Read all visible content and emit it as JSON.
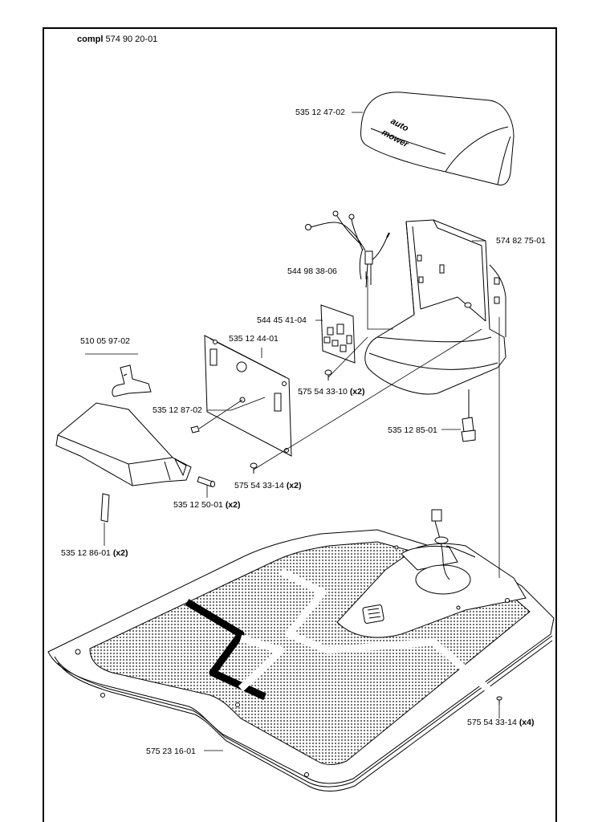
{
  "header": {
    "prefix": "compl",
    "code": "574 90 20-01"
  },
  "parts": [
    {
      "id": "cover",
      "number": "535 12 47-02",
      "qty": ""
    },
    {
      "id": "housing",
      "number": "574 82 75-01",
      "qty": ""
    },
    {
      "id": "cable-harness",
      "number": "544 98 38-06",
      "qty": ""
    },
    {
      "id": "circuit-board",
      "number": "544 45 41-04",
      "qty": ""
    },
    {
      "id": "screw-board",
      "number": "575 54 33-10",
      "qty": "(x2)"
    },
    {
      "id": "plate",
      "number": "535 12 44-01",
      "qty": ""
    },
    {
      "id": "clip",
      "number": "510 05 97-02",
      "qty": ""
    },
    {
      "id": "pin",
      "number": "535 12 87-02",
      "qty": ""
    },
    {
      "id": "connector",
      "number": "535 12 85-01",
      "qty": ""
    },
    {
      "id": "screw-plate",
      "number": "575 54 33-14",
      "qty": "(x2)"
    },
    {
      "id": "bolt",
      "number": "535 12 50-01",
      "qty": "(x2)"
    },
    {
      "id": "strip",
      "number": "535 12 86-01",
      "qty": "(x2)"
    },
    {
      "id": "screw-base",
      "number": "575 54 33-14",
      "qty": "(x4)"
    },
    {
      "id": "base-plate",
      "number": "575 23 16-01",
      "qty": ""
    }
  ],
  "cover_logo": {
    "line1": "auto",
    "line2": "mower"
  }
}
